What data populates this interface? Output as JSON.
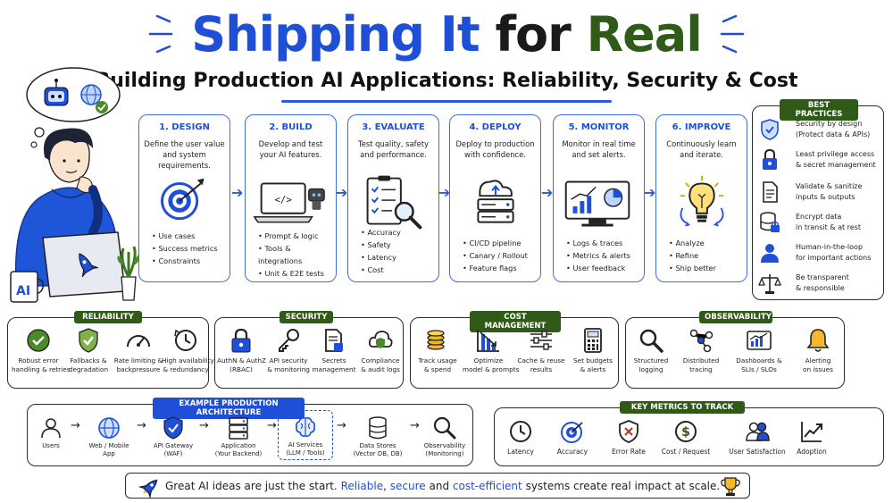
{
  "title": {
    "part1": "Shipping It",
    "part2": "for",
    "part3": "Real"
  },
  "subtitle": "Building Production AI Applications: Reliability, Security & Cost",
  "badge": "AI",
  "steps": [
    {
      "title": "1. DESIGN",
      "desc": "Define the user value and system requirements.",
      "items": [
        "Use cases",
        "Success metrics",
        "Constraints"
      ],
      "icon": "target-icon"
    },
    {
      "title": "2. BUILD",
      "desc": "Develop and test your AI features.",
      "items": [
        "Prompt & logic",
        "Tools & integrations",
        "Unit & E2E tests"
      ],
      "icon": "laptop-code-icon"
    },
    {
      "title": "3. EVALUATE",
      "desc": "Test quality, safety and performance.",
      "items": [
        "Accuracy",
        "Safety",
        "Latency",
        "Cost"
      ],
      "icon": "checklist-icon"
    },
    {
      "title": "4. DEPLOY",
      "desc": "Deploy to production with confidence.",
      "items": [
        "CI/CD pipeline",
        "Canary / Rollout",
        "Feature flags"
      ],
      "icon": "cloud-server-icon"
    },
    {
      "title": "5. MONITOR",
      "desc": "Monitor in real time and set alerts.",
      "items": [
        "Logs & traces",
        "Metrics & alerts",
        "User feedback"
      ],
      "icon": "dashboard-icon"
    },
    {
      "title": "6. IMPROVE",
      "desc": "Continuously learn and iterate.",
      "items": [
        "Analyze",
        "Refine",
        "Ship better"
      ],
      "icon": "lightbulb-icon"
    }
  ],
  "best_practices": {
    "label": "BEST PRACTICES",
    "items": [
      {
        "line1": "Security by design",
        "line2": "(Protect data & APIs)"
      },
      {
        "line1": "Least privilege access",
        "line2": "& secret management"
      },
      {
        "line1": "Validate & sanitize",
        "line2": "inputs & outputs"
      },
      {
        "line1": "Encrypt data",
        "line2": "in transit & at rest"
      },
      {
        "line1": "Human-in-the-loop",
        "line2": "for important actions"
      },
      {
        "line1": "Be transparent",
        "line2": "& responsible"
      }
    ]
  },
  "reliability": {
    "label": "RELIABILITY",
    "items": [
      {
        "line1": "Robust error",
        "line2": "handling & retries"
      },
      {
        "line1": "Fallbacks &",
        "line2": "degradation"
      },
      {
        "line1": "Rate limiting &",
        "line2": "backpressure"
      },
      {
        "line1": "High availability",
        "line2": "& redundancy"
      }
    ]
  },
  "security": {
    "label": "SECURITY",
    "items": [
      {
        "line1": "AuthN & AuthZ",
        "line2": "(RBAC)"
      },
      {
        "line1": "API security",
        "line2": "& monitoring"
      },
      {
        "line1": "Secrets",
        "line2": "management"
      },
      {
        "line1": "Compliance",
        "line2": "& audit logs"
      }
    ]
  },
  "cost": {
    "label": "COST MANAGEMENT",
    "items": [
      {
        "line1": "Track usage",
        "line2": "& spend"
      },
      {
        "line1": "Optimize",
        "line2": "model & prompts"
      },
      {
        "line1": "Cache & reuse",
        "line2": "results"
      },
      {
        "line1": "Set budgets",
        "line2": "& alerts"
      }
    ]
  },
  "observability": {
    "label": "OBSERVABILITY",
    "items": [
      {
        "line1": "Structured",
        "line2": "logging"
      },
      {
        "line1": "Distributed",
        "line2": "tracing"
      },
      {
        "line1": "Dashboards &",
        "line2": "SLIs / SLOs"
      },
      {
        "line1": "Alerting",
        "line2": "on issues"
      }
    ]
  },
  "architecture": {
    "label": "EXAMPLE PRODUCTION ARCHITECTURE",
    "items": [
      {
        "line1": "Users",
        "line2": ""
      },
      {
        "line1": "Web / Mobile",
        "line2": "App"
      },
      {
        "line1": "API Gateway",
        "line2": "(WAF)"
      },
      {
        "line1": "Application",
        "line2": "(Your Backend)"
      },
      {
        "line1": "AI Services",
        "line2": "(LLM / Tools)"
      },
      {
        "line1": "Data Stores",
        "line2": "(Vector DB, DB)"
      },
      {
        "line1": "Observability",
        "line2": "(Monitoring)"
      }
    ]
  },
  "metrics": {
    "label": "KEY METRICS TO TRACK",
    "items": [
      "Latency",
      "Accuracy",
      "Error Rate",
      "Cost / Request",
      "User Satisfaction",
      "Adoption"
    ]
  },
  "footer": {
    "part1": "Great AI ideas are just the start.",
    "hl1": "Reliable",
    "sep1": ",",
    "hl2": "secure",
    "sep2": "and",
    "hl3": "cost-efficient",
    "part2": "systems create real impact at scale."
  },
  "colors": {
    "blue": "#1f4fd6",
    "green": "#2f5a17",
    "dark": "#1e1e1e"
  }
}
